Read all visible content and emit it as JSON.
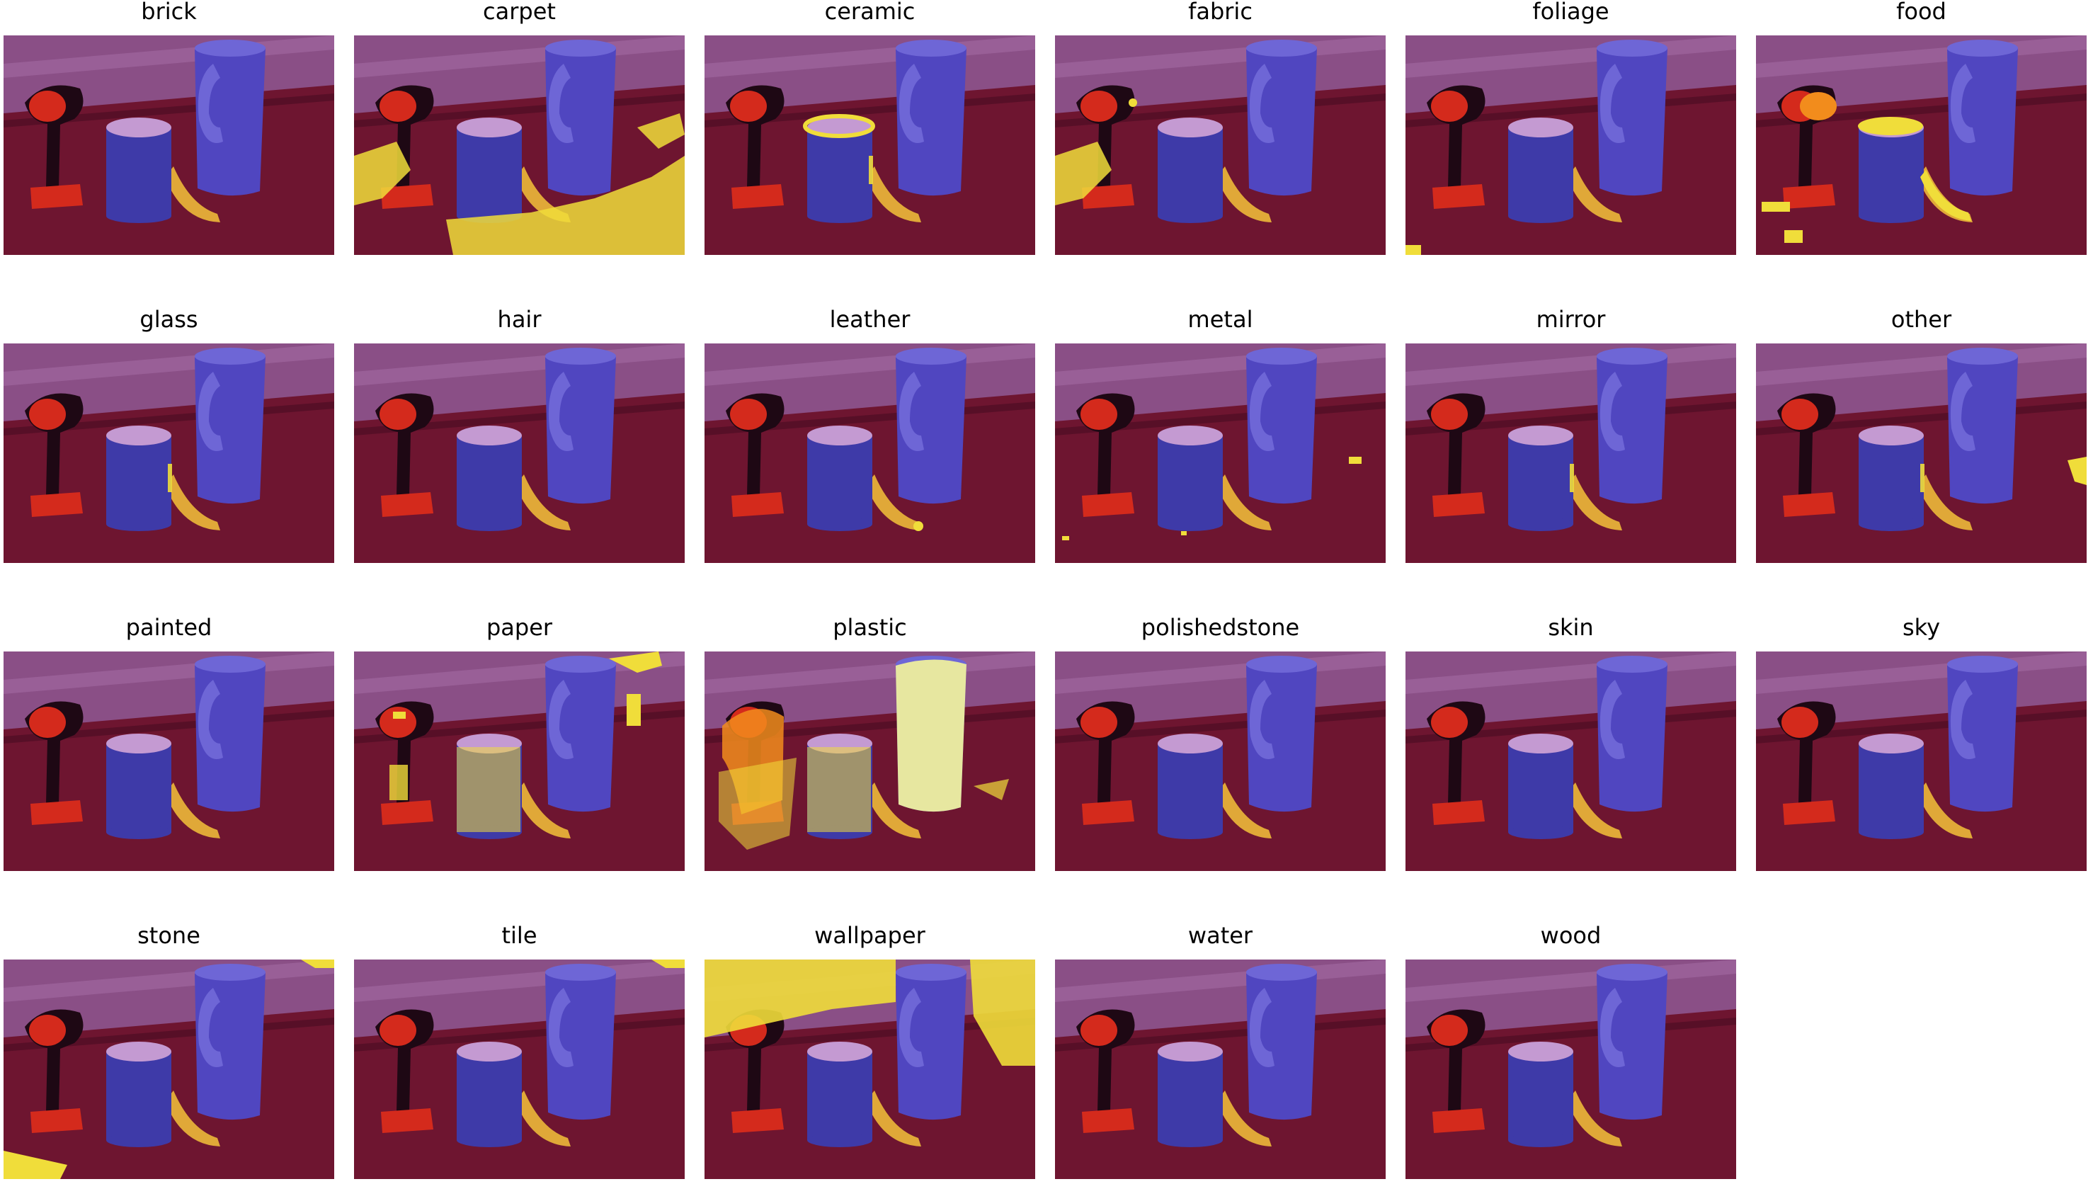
{
  "figure": {
    "panels": [
      {
        "label": "brick",
        "overlay": []
      },
      {
        "label": "carpet",
        "overlay": [
          "left-floor-patch",
          "lower-floor-large",
          "right-floor-patch"
        ]
      },
      {
        "label": "ceramic",
        "overlay": [
          "can-lid-ring",
          "can-edge-speckle"
        ]
      },
      {
        "label": "fabric",
        "overlay": [
          "left-floor-patch",
          "left-drill-speckle"
        ]
      },
      {
        "label": "foliage",
        "overlay": [
          "bottom-left-speck"
        ]
      },
      {
        "label": "food",
        "overlay": [
          "can-lid-fill",
          "banana-fill",
          "drill-top-orange",
          "left-speckle"
        ]
      },
      {
        "label": "glass",
        "overlay": [
          "can-edge-speckle"
        ]
      },
      {
        "label": "hair",
        "overlay": []
      },
      {
        "label": "leather",
        "overlay": [
          "banana-tip"
        ]
      },
      {
        "label": "metal",
        "overlay": [
          "right-wall-speck",
          "bottom-specks"
        ]
      },
      {
        "label": "mirror",
        "overlay": [
          "can-edge-speckle"
        ]
      },
      {
        "label": "other",
        "overlay": [
          "right-edge-patch",
          "can-edge-speckle"
        ]
      },
      {
        "label": "painted",
        "overlay": []
      },
      {
        "label": "paper",
        "overlay": [
          "can-body",
          "drill-side",
          "top-right-wall",
          "left-wall-speckle"
        ]
      },
      {
        "label": "plastic",
        "overlay": [
          "pitcher-fill",
          "can-body",
          "drill-orange",
          "floor-speckle"
        ]
      },
      {
        "label": "polishedstone",
        "overlay": []
      },
      {
        "label": "skin",
        "overlay": []
      },
      {
        "label": "sky",
        "overlay": []
      },
      {
        "label": "stone",
        "overlay": [
          "bottom-left-floor",
          "top-right-corner"
        ]
      },
      {
        "label": "tile",
        "overlay": [
          "top-right-corner"
        ]
      },
      {
        "label": "wallpaper",
        "overlay": [
          "wall-left-large",
          "wall-right-large"
        ]
      },
      {
        "label": "water",
        "overlay": []
      },
      {
        "label": "wood",
        "overlay": []
      }
    ],
    "colors": {
      "wall": "#8a4f86",
      "wall_stripe": "#a46aa3",
      "table": "#6e1530",
      "table_dark": "#3f0a1e",
      "pitcher": "#5046c0",
      "pitcher_light": "#6e66d6",
      "can_body": "#3e3aa8",
      "can_lid": "#c49ad2",
      "banana": "#e0a838",
      "drill_red": "#d42a1c",
      "drill_dark": "#1e0814",
      "overlay_yellow": "#f0dd3a",
      "overlay_orange": "#f28c1c",
      "plastic_yellow": "#e7e7a0"
    }
  }
}
